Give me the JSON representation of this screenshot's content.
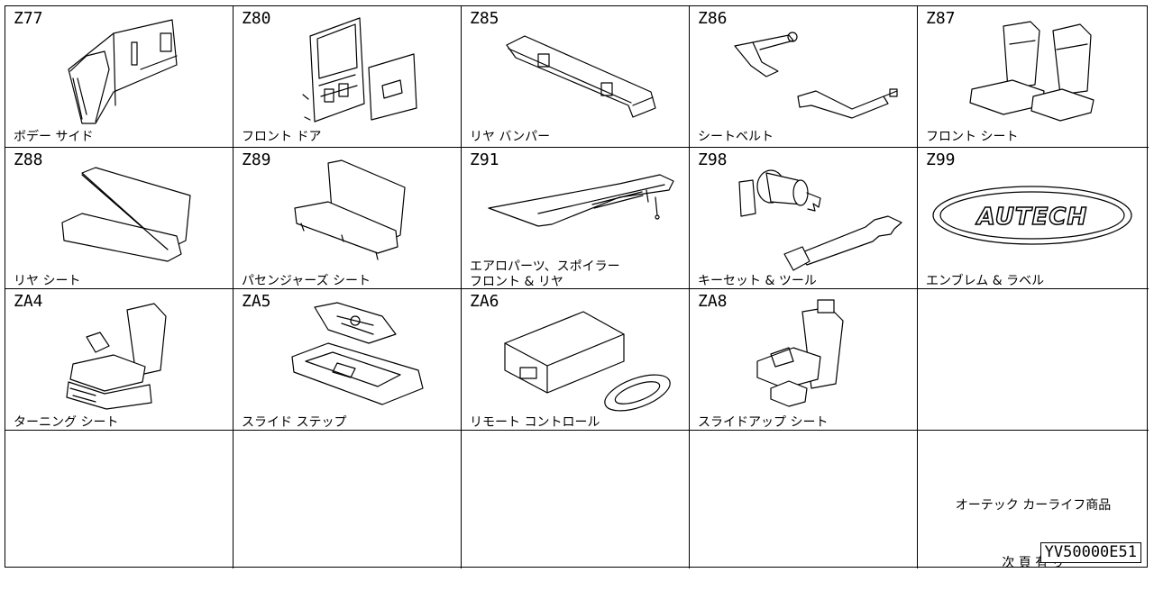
{
  "cells": [
    {
      "code": "Z77",
      "label": "ボデー サイド",
      "icon": "body-side-panel"
    },
    {
      "code": "Z80",
      "label": "フロント ドア",
      "icon": "front-door"
    },
    {
      "code": "Z85",
      "label": "リヤ バンパー",
      "icon": "rear-bumper"
    },
    {
      "code": "Z86",
      "label": "シートベルト",
      "icon": "seat-belt"
    },
    {
      "code": "Z87",
      "label": "フロント シート",
      "icon": "front-seat"
    },
    {
      "code": "Z88",
      "label": "リヤ シート",
      "icon": "rear-seat"
    },
    {
      "code": "Z89",
      "label": "パセンジャーズ シート",
      "icon": "passenger-seat"
    },
    {
      "code": "Z91",
      "label": "エアロパーツ、スポイラー\nフロント & リヤ",
      "icon": "aero-spoiler"
    },
    {
      "code": "Z98",
      "label": "キーセット & ツール",
      "icon": "key-tools"
    },
    {
      "code": "Z99",
      "label": "エンブレム & ラベル",
      "icon": "emblem",
      "emblem_text": "AUTECH"
    },
    {
      "code": "ZA4",
      "label": "ターニング シート",
      "icon": "turning-seat"
    },
    {
      "code": "ZA5",
      "label": "スライド ステップ",
      "icon": "slide-step"
    },
    {
      "code": "ZA6",
      "label": "リモート コントロール",
      "icon": "remote-control"
    },
    {
      "code": "ZA8",
      "label": "スライドアップ シート",
      "icon": "slide-up-seat"
    }
  ],
  "note": {
    "line1": "オーテック カーライフ商品",
    "line2": "次 頁 有 り"
  },
  "part_number": "YV50000E51"
}
